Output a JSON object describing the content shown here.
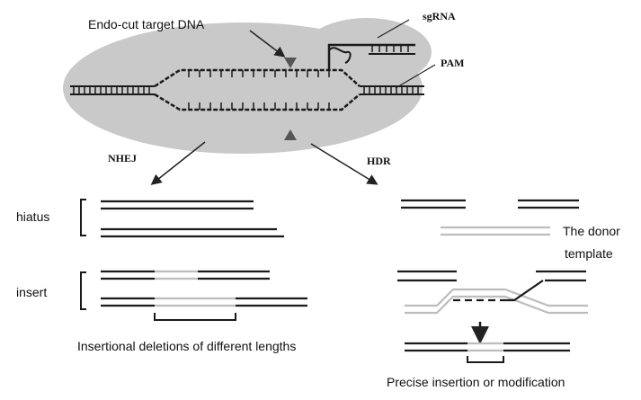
{
  "labels": {
    "endo_cut": "Endo-cut target DNA",
    "sgrna": "sgRNA",
    "pam": "PAM",
    "nhej": "NHEJ",
    "hdr": "HDR",
    "hiatus": "hiatus",
    "insert": "insert",
    "donor_line1": "The donor",
    "donor_line2": "template",
    "insertional_deletions": "Insertional deletions of different lengths",
    "precise_insertion": "Precise insertion or modification"
  },
  "colors": {
    "cas9_body": "#c9c9c9",
    "dna_strand": "#1a1a1a",
    "donor_strand": "#bdbdbd",
    "cut_marker": "#555555"
  }
}
